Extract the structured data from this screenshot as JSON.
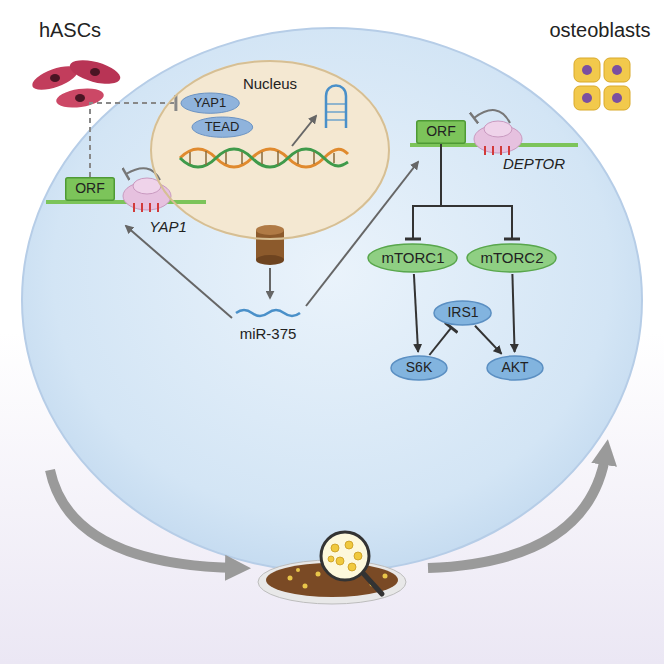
{
  "diagram": {
    "nodes": [
      {
        "text": [
          "Nucleus"
        ]
      },
      {
        "text": [
          "YAP1"
        ],
        "in": 0
      },
      {
        "text": [
          "TEAD"
        ],
        "in": 0
      },
      {
        "text": [
          "ORF"
        ]
      },
      {
        "text": [
          "ORF"
        ]
      },
      {
        "text": [
          "mTORC1"
        ]
      },
      {
        "text": [
          "mTORC2"
        ]
      },
      {
        "text": [
          "IRS1"
        ]
      },
      {
        "text": [
          "S6K"
        ]
      },
      {
        "text": [
          "AKT"
        ]
      }
    ],
    "edges": [
      {
        "from": 3,
        "to": 1,
        "arrow": "to"
      },
      {
        "from": 4,
        "to": 5,
        "arrow": "to"
      },
      {
        "from": 4,
        "to": 6,
        "arrow": "to"
      },
      {
        "from": 5,
        "to": 8,
        "arrow": "to"
      },
      {
        "from": 6,
        "to": 9,
        "arrow": "to"
      },
      {
        "from": 7,
        "to": 9,
        "arrow": "to"
      },
      {
        "from": 8,
        "to": 7,
        "arrow": "to"
      }
    ],
    "labels": [
      "hASCs",
      "osteoblasts",
      "YAP1",
      "miR-375",
      "DEPTOR"
    ]
  }
}
